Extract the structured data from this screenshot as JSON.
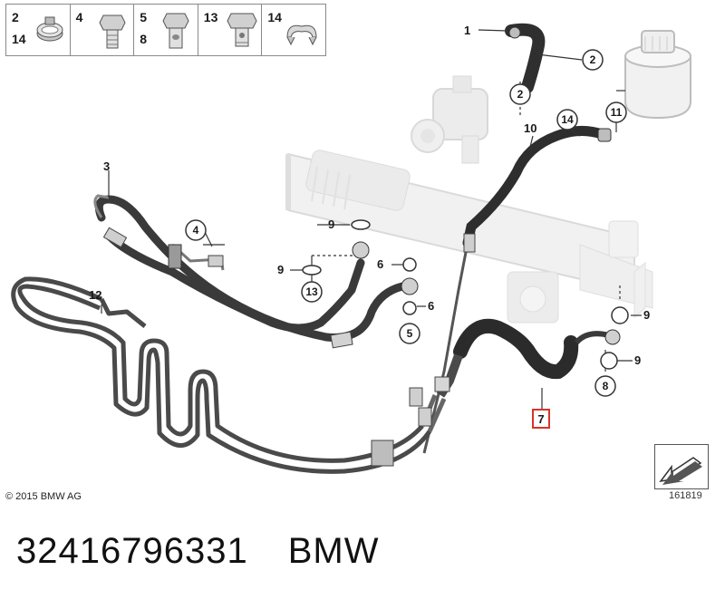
{
  "legend": {
    "cells": [
      {
        "top": "2",
        "bottom": "14",
        "icon": "hose-clamp-icon"
      },
      {
        "top": "4",
        "bottom": "",
        "icon": "hex-bolt-icon"
      },
      {
        "top": "5",
        "bottom": "8",
        "icon": "banjo-bolt-icon"
      },
      {
        "top": "13",
        "bottom": "",
        "icon": "hollow-bolt-icon"
      },
      {
        "top": "14",
        "bottom": "",
        "icon": "spring-clip-icon"
      }
    ]
  },
  "callouts": {
    "c1": "1",
    "c2a": "2",
    "c2b": "2",
    "c3": "3",
    "c4": "4",
    "c5": "5",
    "c6a": "6",
    "c6b": "6",
    "c7": "7",
    "c8": "8",
    "c9a": "9",
    "c9b": "9",
    "c9c": "9",
    "c9d": "9",
    "c10": "10",
    "c11": "11",
    "c12": "12",
    "c13": "13",
    "c14": "14"
  },
  "highlight_color": "#d9342b",
  "copyright": "© 2015 BMW AG",
  "diagram_id": "161819",
  "footer": {
    "part_number": "32416796331",
    "brand": "BMW"
  }
}
